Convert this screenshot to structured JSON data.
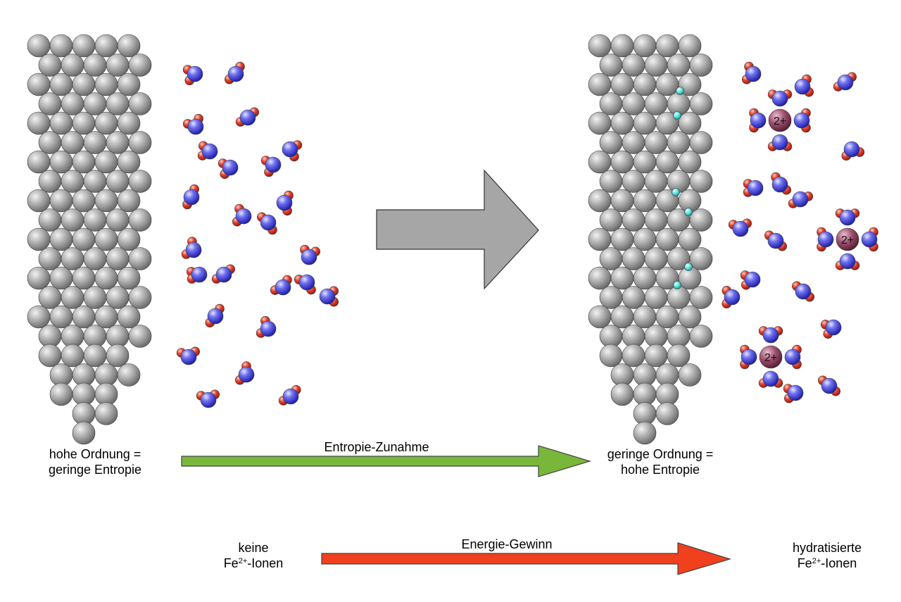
{
  "left_state": {
    "line1": "hohe Ordnung =",
    "line2": "geringe Entropie"
  },
  "right_state": {
    "line1": "geringe Ordnung =",
    "line2": "hohe Entropie"
  },
  "entropy_arrow": {
    "label": "Entropie-Zunahme",
    "color": "#79b73a"
  },
  "energy_arrow": {
    "label": "Energie-Gewinn",
    "color": "#f0401e"
  },
  "left_ions": {
    "line1": "keine",
    "prefix": "Fe",
    "charge": "2+",
    "suffix": "-Ionen"
  },
  "right_ions": {
    "line1": "hydratisierte",
    "prefix": "Fe",
    "charge": "2+",
    "suffix": "-Ionen"
  },
  "ion_charge_label": "2+",
  "colors": {
    "iron_atom": "#a8a8a8",
    "oxygen": "#5a5ae6",
    "hydrogen": "#e23b2a",
    "electron": "#5ce6e0",
    "fe_ion": "#9a4a6a",
    "process_arrow": "#a6a6a6"
  }
}
